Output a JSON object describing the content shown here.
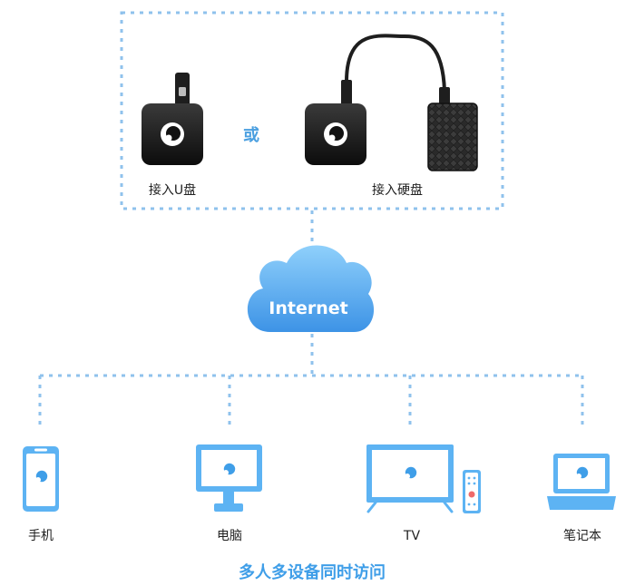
{
  "top_group": {
    "usb_label": "接入U盘",
    "or_label": "或",
    "hdd_label": "接入硬盘"
  },
  "cloud": {
    "label": "Internet"
  },
  "devices": {
    "phone": "手机",
    "pc": "电脑",
    "tv": "TV",
    "laptop": "笔记本"
  },
  "caption": "多人多设备同时访问",
  "colors": {
    "accent_blue": "#4a9fe0",
    "device_blue": "#5db3f3",
    "dashed_line": "#8fc2ec",
    "box_dark": "#151515"
  },
  "icons": [
    "usb-stick-icon",
    "media-box-icon",
    "hard-drive-icon",
    "cloud-icon",
    "phone-icon",
    "monitor-icon",
    "tv-icon",
    "remote-icon",
    "laptop-icon"
  ]
}
